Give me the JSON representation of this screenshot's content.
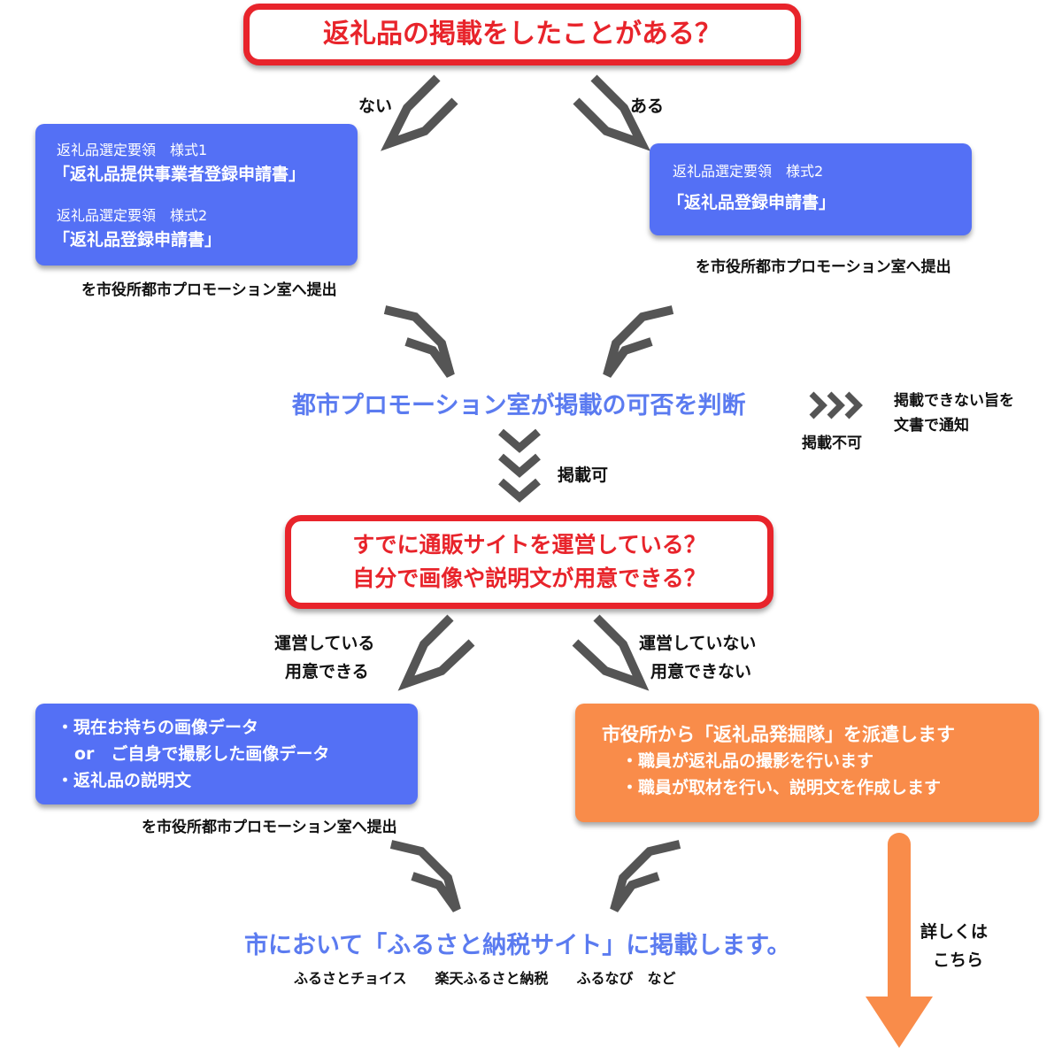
{
  "q1": {
    "text": "返礼品の掲載をしたことがある？"
  },
  "branch1": {
    "no": "ない",
    "yes": "ある"
  },
  "left_box": {
    "line1": "返礼品選定要領　様式1",
    "line2": "「返礼品提供事業者登録申請書」",
    "line3": "返礼品選定要領　様式2",
    "line4": "「返礼品登録申請書」"
  },
  "right_box": {
    "line1": "返礼品選定要領　様式2",
    "line2": "「返礼品登録申請書」"
  },
  "submit_text": "を市役所都市プロモーション室へ提出",
  "judge": {
    "text": "都市プロモーション室が掲載の可否を判断",
    "ok": "掲載可",
    "ng": "掲載不可",
    "ng_note_line1": "掲載できない旨を",
    "ng_note_line2": "文書で通知"
  },
  "q2": {
    "line1": "すでに通販サイトを運営している？",
    "line2": "自分で画像や説明文が用意できる？"
  },
  "branch2": {
    "yes_line1": "運営している",
    "yes_line2": "用意できる",
    "no_line1": "運営していない",
    "no_line2": "用意できない"
  },
  "self_box": {
    "line1": "・現在お持ちの画像データ",
    "line2": "or　ご自身で撮影した画像データ",
    "line3": "・返礼品の説明文"
  },
  "city_box": {
    "line1": "市役所から「返礼品発掘隊」を派遣します",
    "line2": "・職員が返礼品の撮影を行います",
    "line3": "・職員が取材を行い、説明文を作成します"
  },
  "final": {
    "text": "市において「ふるさと納税サイト」に掲載します。",
    "sites": "ふるさとチョイス　　楽天ふるさと納税　　ふるなび　など"
  },
  "details": {
    "line1": "詳しくは",
    "line2": "こちら"
  },
  "colors": {
    "red": "#e8242b",
    "blue": "#5470f5",
    "orange": "#f98c4a",
    "arrow_gray": "#555555",
    "arrow_orange": "#f98c4a"
  }
}
